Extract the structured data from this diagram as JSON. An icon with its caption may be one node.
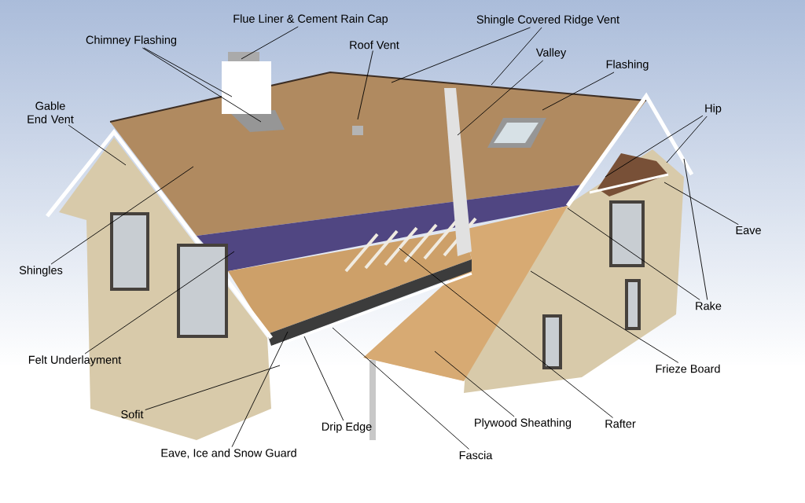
{
  "diagram": {
    "nodes": [
      {
        "text": [
          "Flue Liner & Cement Rain Cap"
        ]
      },
      {
        "text": [
          "Chimney Flashing"
        ]
      },
      {
        "text": [
          "Gable End Vent"
        ]
      },
      {
        "text": [
          "Roof Vent"
        ]
      },
      {
        "text": [
          "Shingle Covered Ridge Vent"
        ]
      },
      {
        "text": [
          "Valley"
        ]
      },
      {
        "text": [
          "Flashing"
        ]
      },
      {
        "text": [
          "Hip"
        ]
      },
      {
        "text": [
          "Eave"
        ]
      },
      {
        "text": [
          "Rake"
        ]
      },
      {
        "text": [
          "Shingles"
        ]
      },
      {
        "text": [
          "Felt Underlayment"
        ]
      },
      {
        "text": [
          "Sofit"
        ]
      },
      {
        "text": [
          "Eave, Ice and Snow Guard"
        ]
      },
      {
        "text": [
          "Drip Edge"
        ]
      },
      {
        "text": [
          "Fascia"
        ]
      },
      {
        "text": [
          "Plywood Sheathing"
        ]
      },
      {
        "text": [
          "Rafter"
        ]
      },
      {
        "text": [
          "Frieze Board"
        ]
      }
    ],
    "edges": [
      {
        "from": 0,
        "to": null,
        "arrow": "none"
      },
      {
        "from": 1,
        "to": null,
        "arrow": "none"
      },
      {
        "from": 1,
        "to": null,
        "arrow": "none"
      },
      {
        "from": 2,
        "to": null,
        "arrow": "none"
      },
      {
        "from": 3,
        "to": null,
        "arrow": "none"
      },
      {
        "from": 4,
        "to": null,
        "arrow": "none"
      },
      {
        "from": 4,
        "to": null,
        "arrow": "none"
      },
      {
        "from": 5,
        "to": null,
        "arrow": "none"
      },
      {
        "from": 6,
        "to": null,
        "arrow": "none"
      },
      {
        "from": 7,
        "to": null,
        "arrow": "none"
      },
      {
        "from": 7,
        "to": null,
        "arrow": "none"
      },
      {
        "from": 8,
        "to": null,
        "arrow": "none"
      },
      {
        "from": 9,
        "to": null,
        "arrow": "none"
      },
      {
        "from": 9,
        "to": null,
        "arrow": "none"
      },
      {
        "from": 10,
        "to": null,
        "arrow": "none"
      },
      {
        "from": 11,
        "to": null,
        "arrow": "none"
      },
      {
        "from": 12,
        "to": null,
        "arrow": "none"
      },
      {
        "from": 13,
        "to": null,
        "arrow": "none"
      },
      {
        "from": 14,
        "to": null,
        "arrow": "none"
      },
      {
        "from": 15,
        "to": null,
        "arrow": "none"
      },
      {
        "from": 16,
        "to": null,
        "arrow": "none"
      },
      {
        "from": 17,
        "to": null,
        "arrow": "none"
      },
      {
        "from": 18,
        "to": null,
        "arrow": "none"
      }
    ]
  }
}
